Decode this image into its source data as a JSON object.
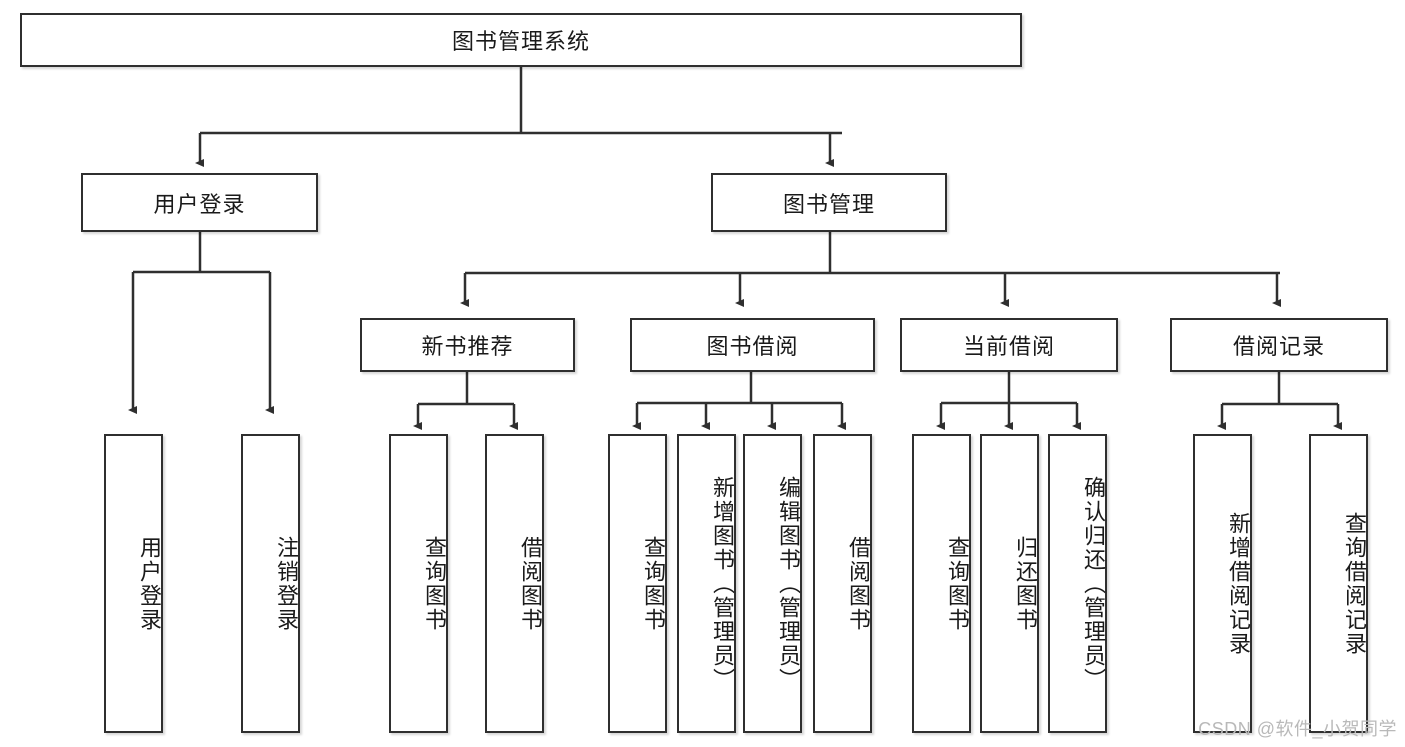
{
  "diagram": {
    "type": "tree-hierarchy",
    "title": "图书管理系统",
    "orientation": "top-down",
    "colors": {
      "box_border": "#2f2f2f",
      "box_fill": "#ffffff",
      "edge": "#2f2f2f",
      "text": "#1a1a1a",
      "watermark": "#b9b9b9"
    },
    "root": {
      "label": "图书管理系统"
    },
    "level2": [
      {
        "label": "用户登录"
      },
      {
        "label": "图书管理"
      }
    ],
    "level3": [
      {
        "label": "新书推荐"
      },
      {
        "label": "图书借阅"
      },
      {
        "label": "当前借阅"
      },
      {
        "label": "借阅记录"
      }
    ],
    "leaves": {
      "user_login": [
        {
          "label": "用户登录"
        },
        {
          "label": "注销登录"
        }
      ],
      "new_book_recommend": [
        {
          "label": "查询图书"
        },
        {
          "label": "借阅图书"
        }
      ],
      "book_borrow": [
        {
          "label": "查询图书"
        },
        {
          "label": "新增图书（管理员）"
        },
        {
          "label": "编辑图书（管理员）"
        },
        {
          "label": "借阅图书"
        }
      ],
      "current_borrow": [
        {
          "label": "查询图书"
        },
        {
          "label": "归还图书"
        },
        {
          "label": "确认归还（管理员）"
        }
      ],
      "borrow_record": [
        {
          "label": "新增借阅记录"
        },
        {
          "label": "查询借阅记录"
        }
      ]
    }
  },
  "watermark": {
    "text": "CSDN @软件_小贺同学"
  }
}
